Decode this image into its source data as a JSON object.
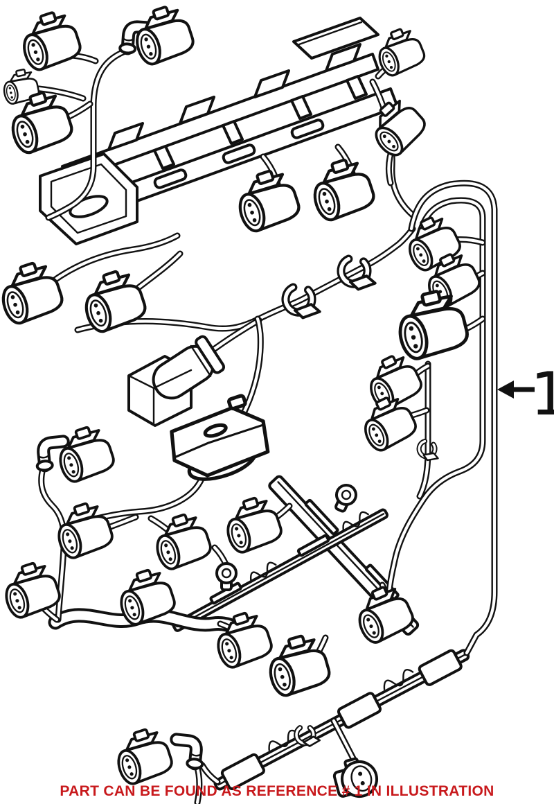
{
  "illustration": {
    "subject": "engine wiring harness line-art parts illustration",
    "background": "#ffffff"
  },
  "colors": {
    "line": "#111111",
    "accent": "#c8191c",
    "bg": "#ffffff"
  },
  "reference": {
    "number": "1"
  },
  "caption": {
    "text": "PART CAN BE FOUND AS REFERENCE # 1 IN ILLUSTRATION"
  }
}
